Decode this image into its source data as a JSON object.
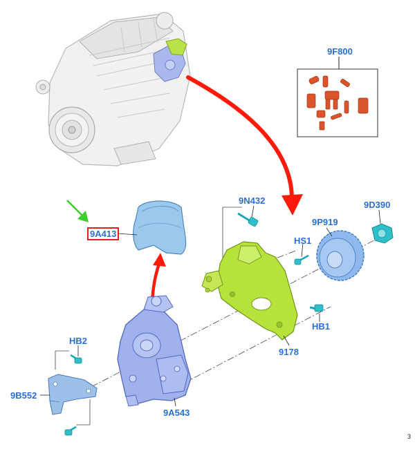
{
  "callouts": {
    "seal_kit": "9F800",
    "heat_shield": "9A413",
    "bolt_upper": "9N432",
    "sprocket": "9P919",
    "nut": "9D390",
    "stud_hs1": "HS1",
    "bolt_hb1": "HB1",
    "bracket_plate": "9178",
    "bolt_hb2": "HB2",
    "support_bracket": "9B552",
    "fuel_pump": "9A543"
  },
  "page_number": "3",
  "colors": {
    "label": "#2a6fd6",
    "highlight_box": "#e0201b",
    "arrow_red": "#ff1a0a",
    "arrow_green": "#3ccf2a",
    "pump_blue": "#9fb2ec",
    "shield_blue": "#9cc8ec",
    "sprocket_blue": "#8fb9ec",
    "bracket_green": "#b6e23a",
    "fastener_cyan": "#2fbfc8",
    "seal_orange": "#d9542b"
  }
}
